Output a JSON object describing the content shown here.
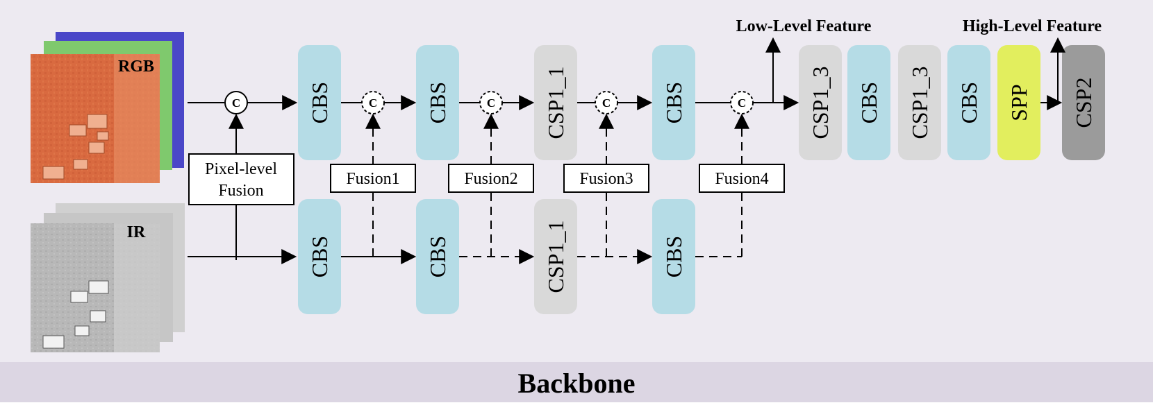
{
  "diagram": {
    "inputs": {
      "rgb_label": "RGB",
      "ir_label": "IR"
    },
    "pixel_fusion": {
      "line1": "Pixel-level",
      "line2": "Fusion"
    },
    "concat_symbol": "C",
    "rgb_branch": [
      "CBS",
      "CBS",
      "CSP1_1",
      "CBS"
    ],
    "ir_branch": [
      "CBS",
      "CBS",
      "CSP1_1",
      "CBS"
    ],
    "fusion_modules": [
      "Fusion1",
      "Fusion2",
      "Fusion3",
      "Fusion4"
    ],
    "tail_modules": [
      "CSP1_3",
      "CBS",
      "CSP1_3",
      "CBS",
      "SPP",
      "CSP2"
    ],
    "outputs": {
      "low_level": "Low-Level Feature",
      "high_level": "High-Level Feature"
    },
    "banner": "Backbone",
    "colors": {
      "background": "#edeaf1",
      "banner": "#dcd6e3",
      "cbs": "#b5dce6",
      "csp": "#d9d9d9",
      "spp": "#e2ee5e",
      "csp2": "#9b9b9b",
      "rgb_red": "#d7673f",
      "rgb_green": "#7fc96d",
      "rgb_blue": "#4a47c8",
      "ir_gray": "#b9b9b9"
    }
  }
}
